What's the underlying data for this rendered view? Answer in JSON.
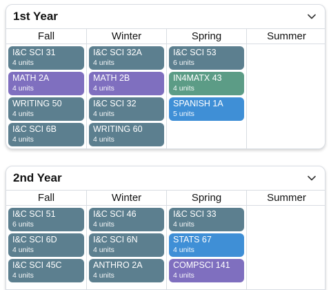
{
  "colors": {
    "slate": "#5c7f8f",
    "purple": "#7f6fbf",
    "green": "#5c9c86",
    "blue": "#3f8fd6"
  },
  "years": [
    {
      "title": "1st Year",
      "quarters": [
        {
          "name": "Fall",
          "courses": [
            {
              "code": "I&C SCI 31",
              "units": "4 units",
              "color": "slate"
            },
            {
              "code": "MATH 2A",
              "units": "4 units",
              "color": "purple"
            },
            {
              "code": "WRITING 50",
              "units": "4 units",
              "color": "slate"
            },
            {
              "code": "I&C SCI 6B",
              "units": "4 units",
              "color": "slate"
            }
          ]
        },
        {
          "name": "Winter",
          "courses": [
            {
              "code": "I&C SCI 32A",
              "units": "4 units",
              "color": "slate"
            },
            {
              "code": "MATH 2B",
              "units": "4 units",
              "color": "purple"
            },
            {
              "code": "I&C SCI 32",
              "units": "4 units",
              "color": "slate"
            },
            {
              "code": "WRITING 60",
              "units": "4 units",
              "color": "slate"
            }
          ]
        },
        {
          "name": "Spring",
          "courses": [
            {
              "code": "I&C SCI 53",
              "units": "6 units",
              "color": "slate"
            },
            {
              "code": "IN4MATX 43",
              "units": "4 units",
              "color": "green"
            },
            {
              "code": "SPANISH 1A",
              "units": "5 units",
              "color": "blue"
            }
          ]
        },
        {
          "name": "Summer",
          "courses": []
        }
      ]
    },
    {
      "title": "2nd Year",
      "quarters": [
        {
          "name": "Fall",
          "courses": [
            {
              "code": "I&C SCI 51",
              "units": "6 units",
              "color": "slate"
            },
            {
              "code": "I&C SCI 6D",
              "units": "4 units",
              "color": "slate"
            },
            {
              "code": "I&C SCI 45C",
              "units": "4 units",
              "color": "slate"
            }
          ]
        },
        {
          "name": "Winter",
          "courses": [
            {
              "code": "I&C SCI 46",
              "units": "4 units",
              "color": "slate"
            },
            {
              "code": "I&C SCI 6N",
              "units": "4 units",
              "color": "slate"
            },
            {
              "code": "ANTHRO 2A",
              "units": "4 units",
              "color": "slate"
            }
          ]
        },
        {
          "name": "Spring",
          "courses": [
            {
              "code": "I&C SCI 33",
              "units": "4 units",
              "color": "slate"
            },
            {
              "code": "STATS 67",
              "units": "4 units",
              "color": "blue"
            },
            {
              "code": "COMPSCI 141",
              "units": "4 units",
              "color": "purple"
            }
          ]
        },
        {
          "name": "Summer",
          "courses": []
        }
      ]
    }
  ]
}
